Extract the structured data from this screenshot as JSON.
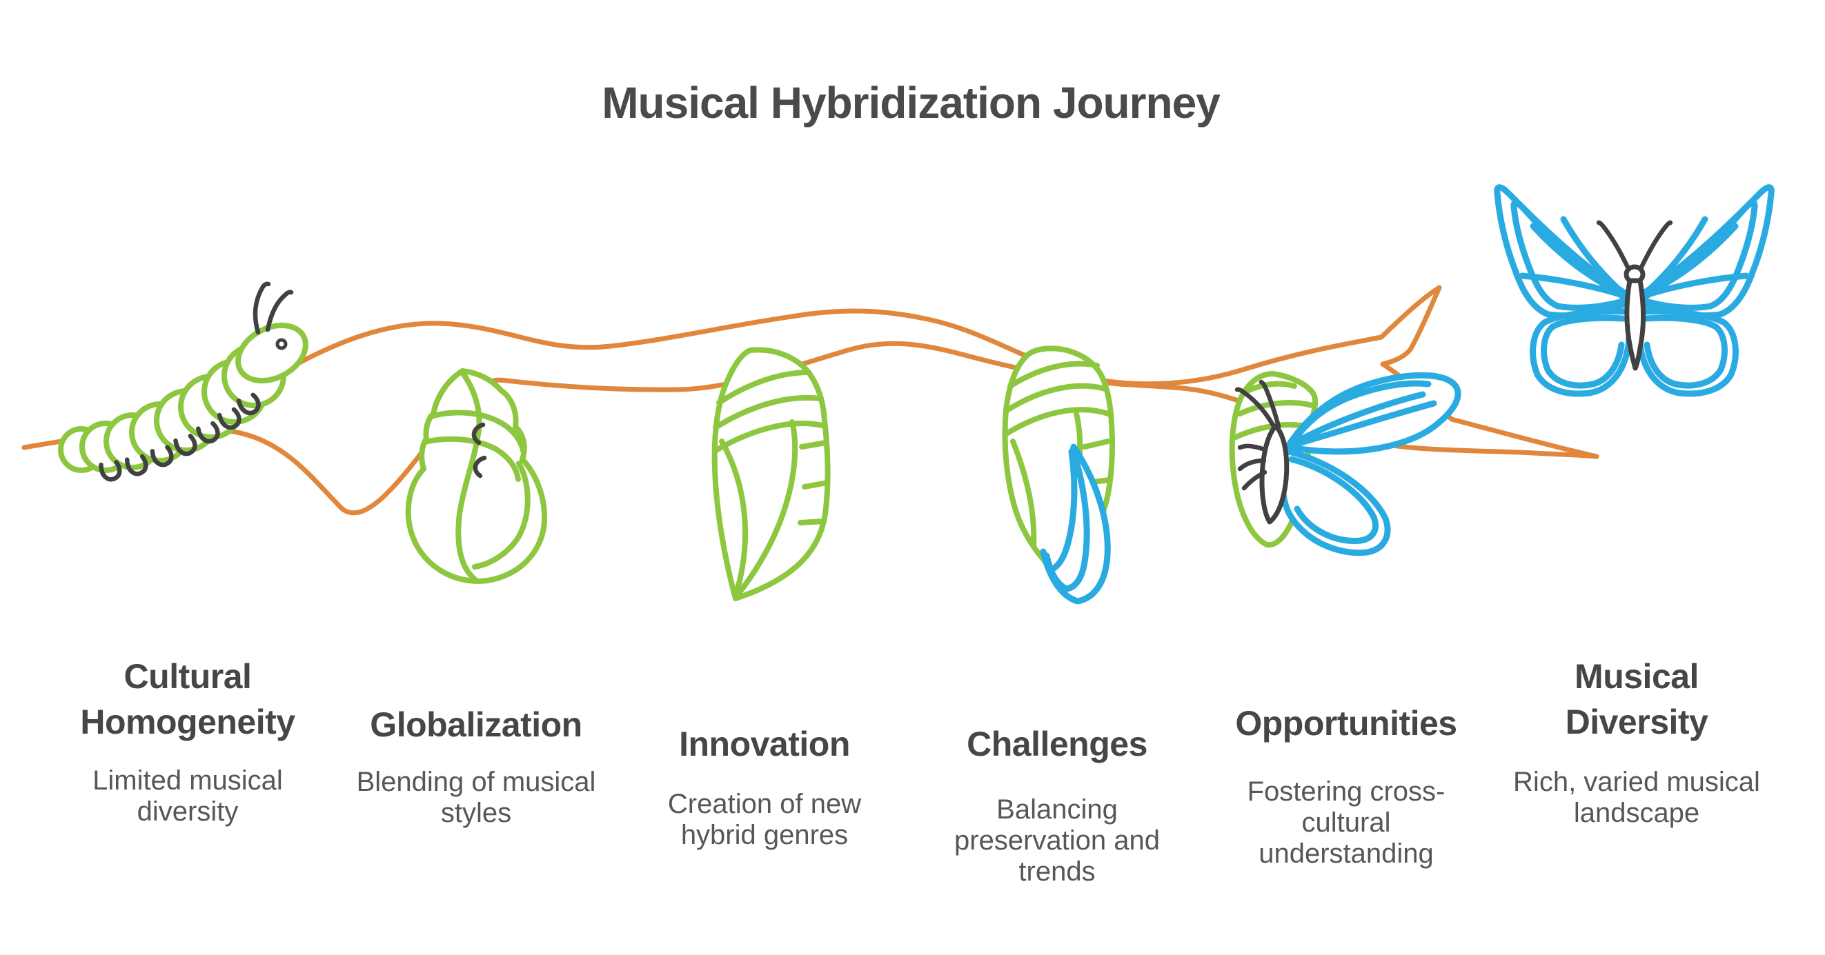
{
  "title": "Musical Hybridization Journey",
  "stages": [
    {
      "id": "cultural-homogeneity",
      "heading": "Cultural Homogeneity",
      "description": "Limited musical diversity",
      "icon": "caterpillar-icon"
    },
    {
      "id": "globalization",
      "heading": "Globalization",
      "description": "Blending of musical styles",
      "icon": "curling-caterpillar-chrysalis-icon"
    },
    {
      "id": "innovation",
      "heading": "Innovation",
      "description": "Creation of new hybrid genres",
      "icon": "chrysalis-icon"
    },
    {
      "id": "challenges",
      "heading": "Challenges",
      "description": "Balancing preservation and trends",
      "icon": "chrysalis-wing-emerging-icon"
    },
    {
      "id": "opportunities",
      "heading": "Opportunities",
      "description": "Fostering cross-cultural understanding",
      "icon": "butterfly-emerging-icon"
    },
    {
      "id": "musical-diversity",
      "heading": "Musical Diversity",
      "description": "Rich, varied musical landscape",
      "icon": "butterfly-icon"
    }
  ],
  "illustration": {
    "description": "caterpillar-to-butterfly metamorphosis on a branch",
    "branch": "wavy two-line branch with broken forked tip"
  },
  "palette": {
    "green": "#8DC63F",
    "orange": "#E0873C",
    "blue": "#29ABE2",
    "dark": "#414042",
    "heading": "#464646",
    "body-text": "#575757",
    "title": "#4A4A4A"
  }
}
